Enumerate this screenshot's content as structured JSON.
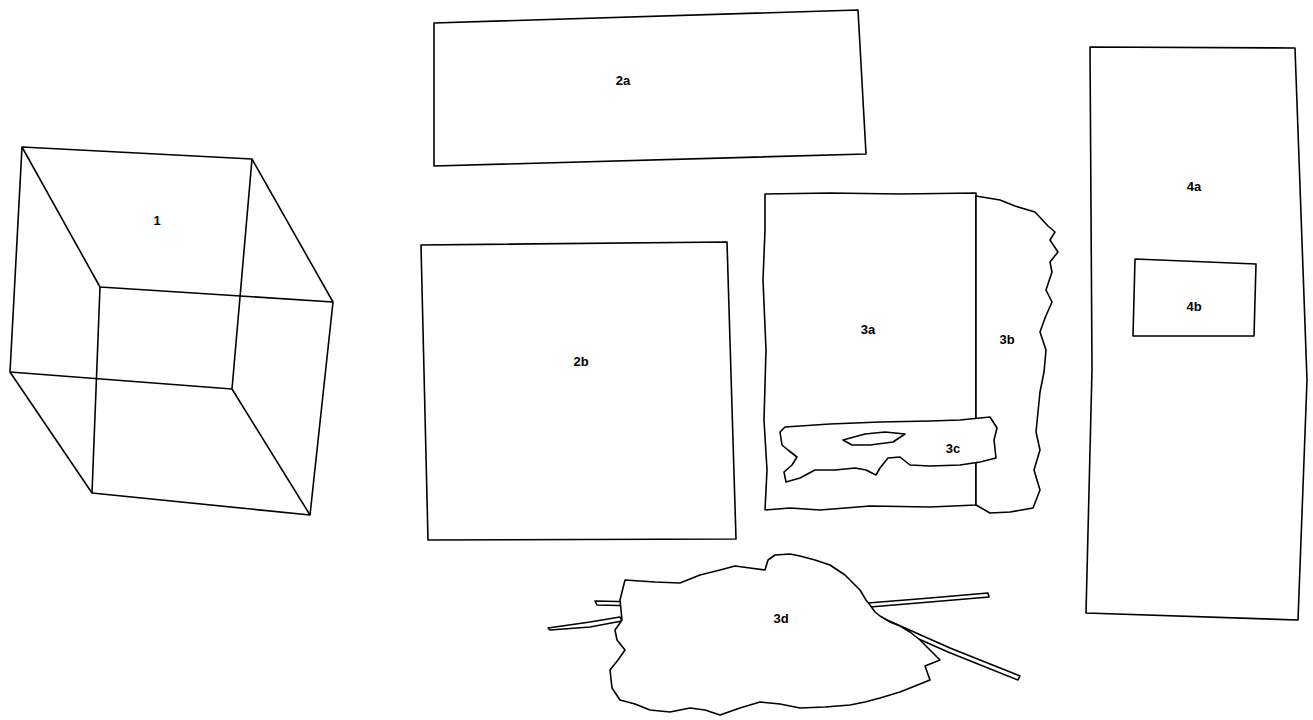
{
  "diagram": {
    "nodes": [
      {
        "text": [
          "1"
        ]
      },
      {
        "text": [
          "2a"
        ]
      },
      {
        "text": [
          "2b"
        ]
      },
      {
        "text": [
          "3a"
        ]
      },
      {
        "text": [
          "3b"
        ]
      },
      {
        "text": [
          "3c"
        ]
      },
      {
        "text": [
          "3d"
        ]
      },
      {
        "text": [
          "4a"
        ]
      },
      {
        "text": [
          "4b"
        ],
        "in": 7
      }
    ]
  }
}
